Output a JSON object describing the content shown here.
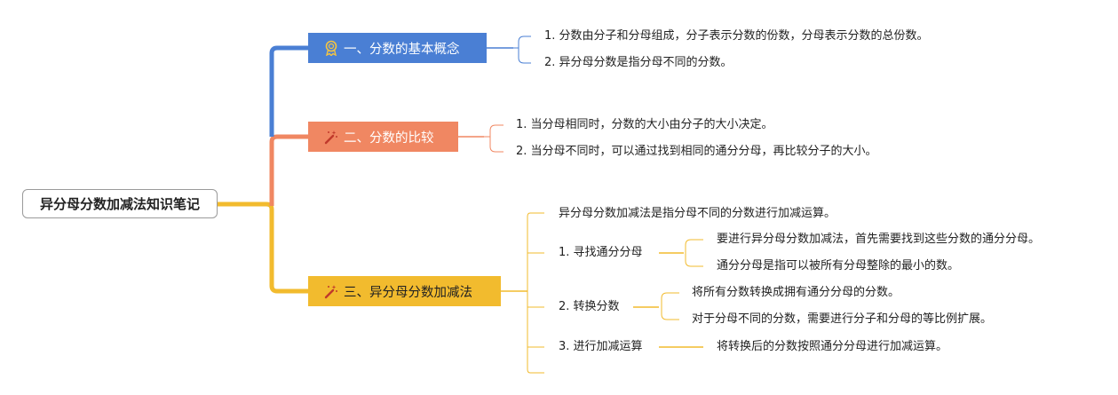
{
  "root": {
    "title": "异分母分数加减法知识笔记"
  },
  "colors": {
    "branch1": "#4a7fd4",
    "branch2": "#f08762",
    "branch3": "#f2bb2e"
  },
  "branches": [
    {
      "label": "一、分数的基本概念",
      "icon": "medal-icon",
      "items": [
        "1. 分数由分子和分母组成，分子表示分数的份数，分母表示分数的总份数。",
        "2. 异分母分数是指分母不同的分数。"
      ]
    },
    {
      "label": "二、分数的比较",
      "icon": "magic-wand-icon",
      "items": [
        "1. 当分母相同时，分数的大小由分子的大小决定。",
        "2. 当分母不同时，可以通过找到相同的通分分母，再比较分子的大小。"
      ]
    },
    {
      "label": "三、异分母分数加减法",
      "icon": "magic-wand-icon",
      "intro": "异分母分数加减法是指分母不同的分数进行加减运算。",
      "steps": [
        {
          "label": "1. 寻找通分分母",
          "details": [
            "要进行异分母分数加减法，首先需要找到这些分数的通分分母。",
            "通分分母是指可以被所有分母整除的最小的数。"
          ]
        },
        {
          "label": "2. 转换分数",
          "details": [
            "将所有分数转换成拥有通分分母的分数。",
            "对于分母不同的分数，需要进行分子和分母的等比例扩展。"
          ]
        },
        {
          "label": "3. 进行加减运算",
          "details": [
            "将转换后的分数按照通分分母进行加减运算。"
          ]
        }
      ]
    }
  ]
}
